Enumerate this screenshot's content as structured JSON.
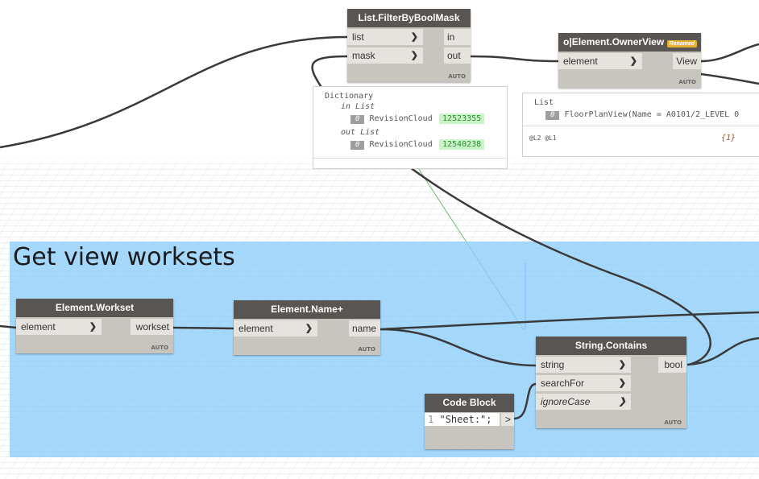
{
  "group": {
    "title": "Get view worksets"
  },
  "nodes": {
    "filter": {
      "title": "List.FilterByBoolMask",
      "inputs": [
        "list",
        "mask"
      ],
      "outputs": [
        "in",
        "out"
      ],
      "lacing": "AUTO"
    },
    "owner_view": {
      "prefix": "o|",
      "title": "Element.OwnerView",
      "badge": "Renamed",
      "inputs": [
        "element"
      ],
      "outputs": [
        "View"
      ],
      "lacing": "AUTO"
    },
    "workset": {
      "title": "Element.Workset",
      "inputs": [
        "element"
      ],
      "outputs": [
        "workset"
      ],
      "lacing": "AUTO"
    },
    "name_plus": {
      "title": "Element.Name+",
      "inputs": [
        "element"
      ],
      "outputs": [
        "name"
      ],
      "lacing": "AUTO"
    },
    "string_contains": {
      "title": "String.Contains",
      "inputs": [
        "string",
        "searchFor",
        "ignoreCase"
      ],
      "outputs": [
        "bool"
      ],
      "lacing": "AUTO"
    },
    "code_block": {
      "title": "Code Block",
      "line_number": "1",
      "code": "\"Sheet:\";",
      "output": ">"
    }
  },
  "previews": {
    "filter": {
      "header": "Dictionary",
      "in_label": "in List",
      "in_index": "0",
      "in_type": "RevisionCloud",
      "in_id": "12523355",
      "out_label": "out List",
      "out_index": "0",
      "out_type": "RevisionCloud",
      "out_id": "12540238"
    },
    "owner_view": {
      "header": "List",
      "index": "0",
      "value": "FloorPlanView(Name = A0101/2_LEVEL 0",
      "levels": "@L2 @L1",
      "count": "{1}"
    }
  },
  "colors": {
    "group": "#8ccdfa",
    "node_header": "#595552",
    "node_body": "#c8c5bf",
    "wire": "#3a3a3a"
  }
}
